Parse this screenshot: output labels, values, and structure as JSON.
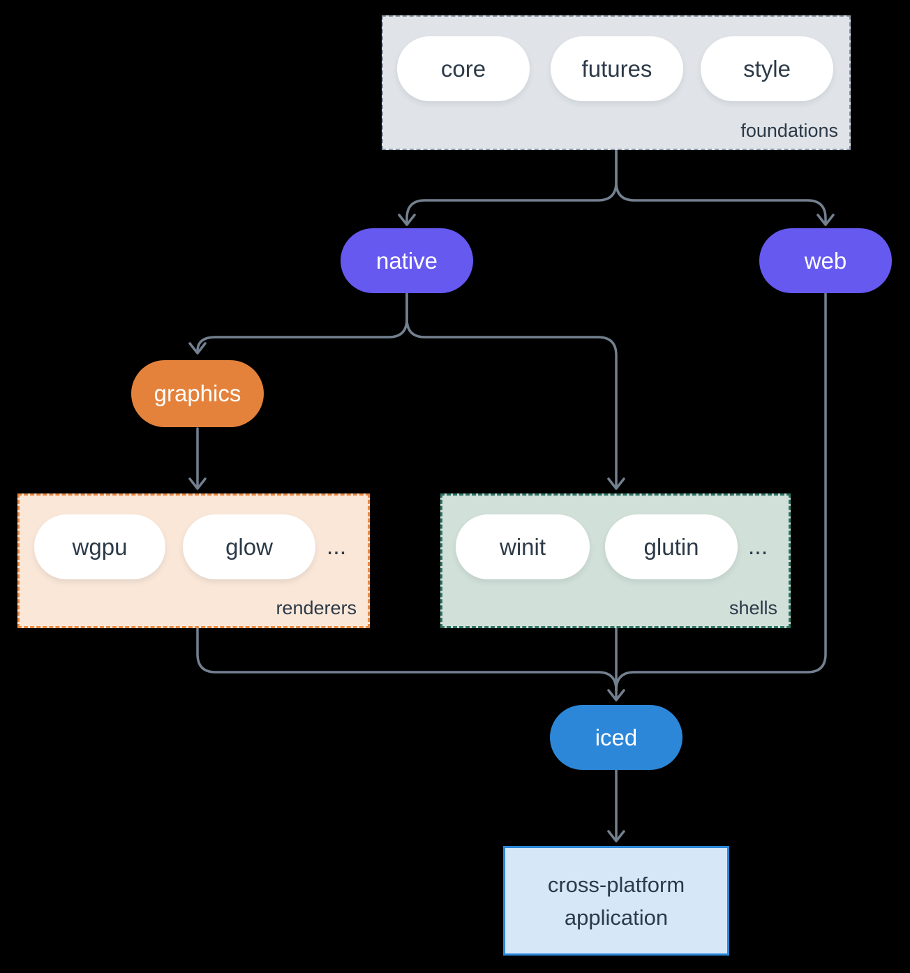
{
  "colors": {
    "purple": "#6659F0",
    "orange": "#E4823C",
    "blue": "#2C87D8",
    "arrow": "#73808F",
    "text-dark": "#2C3A48",
    "foundations-fill": "#E0E4E8",
    "foundations-border": "#8A96A6",
    "renderers-fill": "#FAE7D8",
    "renderers-border": "#EA873E",
    "shells-fill": "#D1E0D9",
    "shells-border": "#2D7364",
    "app-fill": "#D6E7F8"
  },
  "groups": {
    "foundations": {
      "label": "foundations",
      "pills": [
        "core",
        "futures",
        "style"
      ]
    },
    "renderers": {
      "label": "renderers",
      "pills": [
        "wgpu",
        "glow"
      ],
      "more": "..."
    },
    "shells": {
      "label": "shells",
      "pills": [
        "winit",
        "glutin"
      ],
      "more": "..."
    }
  },
  "nodes": {
    "native": {
      "label": "native"
    },
    "web": {
      "label": "web"
    },
    "graphics": {
      "label": "graphics"
    },
    "iced": {
      "label": "iced"
    }
  },
  "app": {
    "line1": "cross-platform",
    "line2": "application"
  }
}
